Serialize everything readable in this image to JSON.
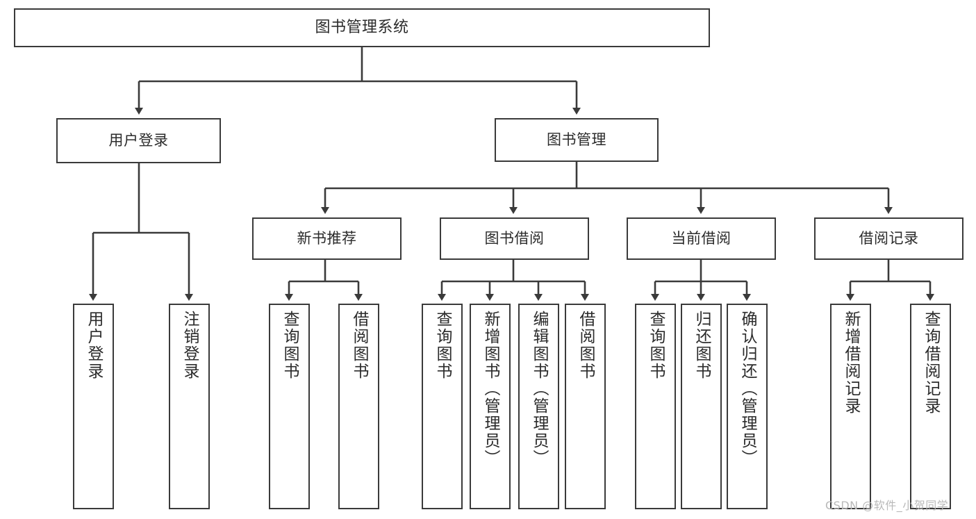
{
  "diagram": {
    "title": "图书管理系统",
    "type": "tree-hierarchy",
    "watermark": "CSDN @软件_小贺同学",
    "colors": {
      "background": "#ffffff",
      "box_border": "#3a3a3a",
      "box_fill": "#ffffff",
      "text": "#2b2b2b",
      "edge": "#3a3a3a",
      "watermark": "#b9b9b9"
    }
  },
  "nodes": {
    "root": {
      "label": "图书管理系统"
    },
    "level1": [
      {
        "id": "user-login",
        "label": "用户登录"
      },
      {
        "id": "book-manage",
        "label": "图书管理"
      }
    ],
    "level2": [
      {
        "id": "new-book-rec",
        "label": "新书推荐"
      },
      {
        "id": "book-borrow",
        "label": "图书借阅"
      },
      {
        "id": "current-borrow",
        "label": "当前借阅"
      },
      {
        "id": "borrow-record",
        "label": "借阅记录"
      }
    ],
    "leaves": {
      "user_login": [
        {
          "id": "leaf-user-login",
          "label": "用户登录"
        },
        {
          "id": "leaf-logout",
          "label": "注销登录"
        }
      ],
      "new_book_rec": [
        {
          "id": "leaf-query-book-1",
          "label": "查询图书"
        },
        {
          "id": "leaf-borrow-book-1",
          "label": "借阅图书"
        }
      ],
      "book_borrow": [
        {
          "id": "leaf-query-book-2",
          "label": "查询图书"
        },
        {
          "id": "leaf-add-book",
          "label": "新增图书（管理员）"
        },
        {
          "id": "leaf-edit-book",
          "label": "编辑图书（管理员）"
        },
        {
          "id": "leaf-borrow-book-2",
          "label": "借阅图书"
        }
      ],
      "current_borrow": [
        {
          "id": "leaf-query-book-3",
          "label": "查询图书"
        },
        {
          "id": "leaf-return-book",
          "label": "归还图书"
        },
        {
          "id": "leaf-confirm-return",
          "label": "确认归还（管理员）"
        }
      ],
      "borrow_record": [
        {
          "id": "leaf-add-record",
          "label": "新增借阅记录"
        },
        {
          "id": "leaf-query-record",
          "label": "查询借阅记录"
        }
      ]
    }
  }
}
